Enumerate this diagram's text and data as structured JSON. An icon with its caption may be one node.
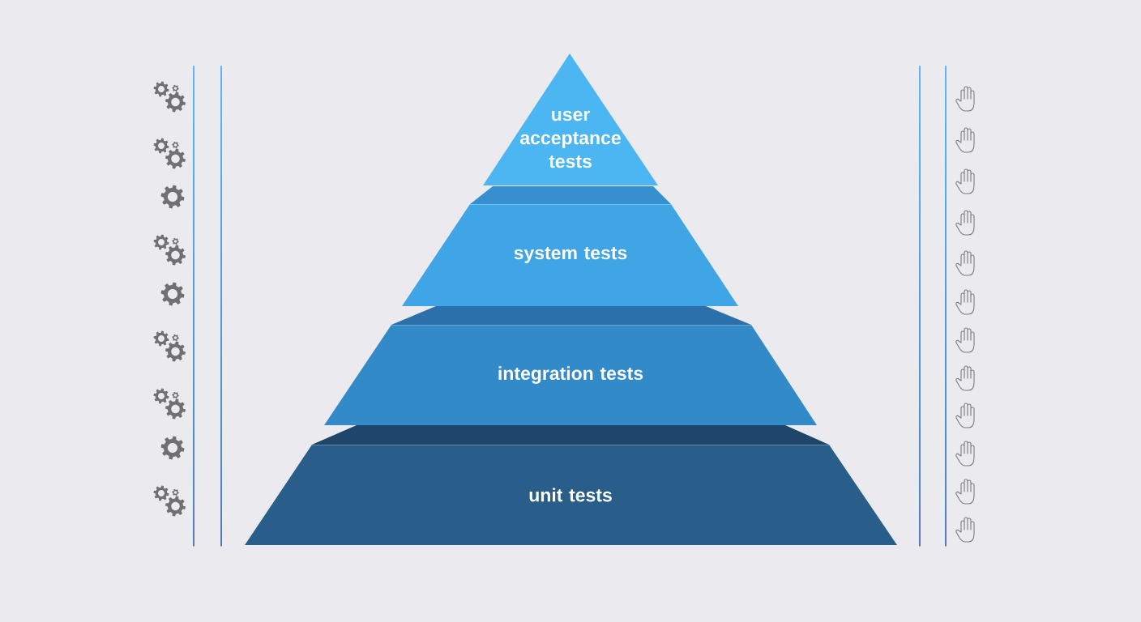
{
  "diagram": {
    "nodes": [
      {
        "text": [
          "user acceptance tests"
        ]
      },
      {
        "text": [
          "system tests"
        ]
      },
      {
        "text": [
          "integration tests"
        ]
      },
      {
        "text": [
          "unit tests"
        ]
      }
    ]
  }
}
